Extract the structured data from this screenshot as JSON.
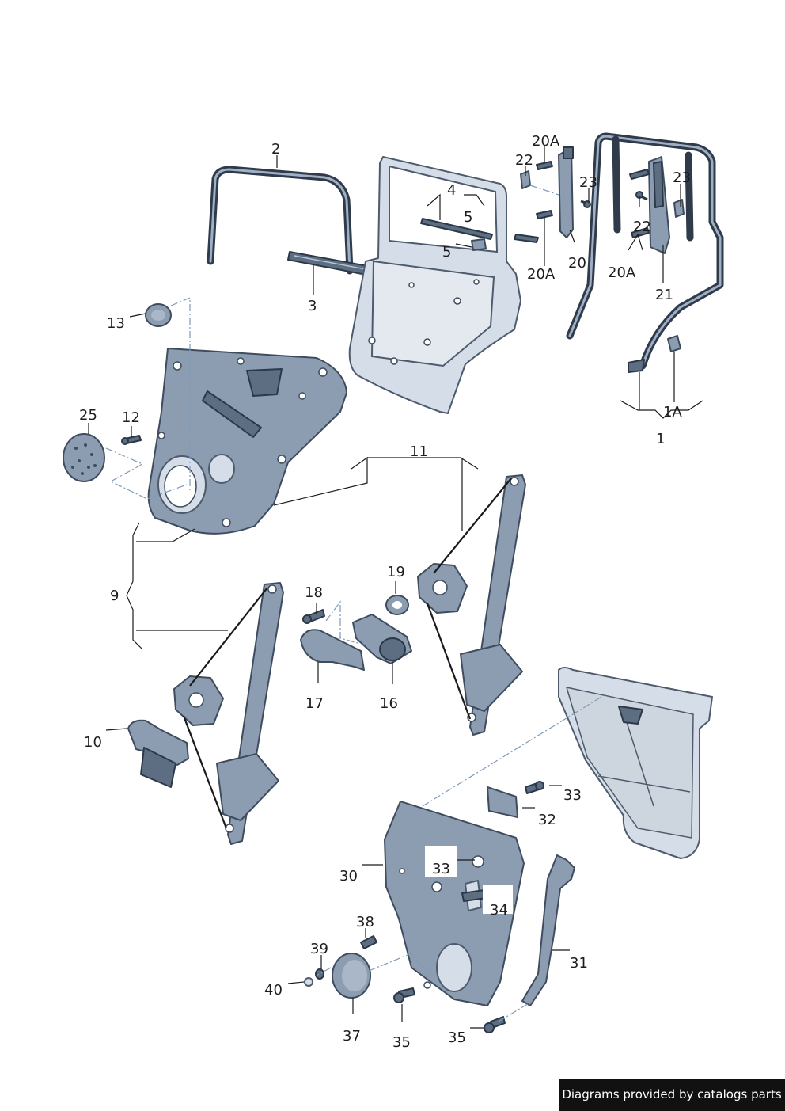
{
  "labels": {
    "p1": "1",
    "p1a": "1A",
    "p2": "2",
    "p3": "3",
    "p4": "4",
    "p5a": "5",
    "p5b": "5",
    "p9": "9",
    "p10": "10",
    "p11": "11",
    "p12": "12",
    "p13": "13",
    "p16": "16",
    "p17": "17",
    "p18": "18",
    "p19": "19",
    "p20": "20",
    "p20a_top": "20A",
    "p20a_mid": "20A",
    "p20a_right": "20A",
    "p21": "21",
    "p22a": "22",
    "p22b": "22",
    "p23a": "23",
    "p23b": "23",
    "p25": "25",
    "p30": "30",
    "p31": "31",
    "p32": "32",
    "p33a": "33",
    "p33b": "33",
    "p34": "34",
    "p35a": "35",
    "p35b": "35",
    "p37": "37",
    "p38": "38",
    "p39": "39",
    "p40": "40"
  },
  "footer": {
    "credit": "Diagrams provided by catalogs parts"
  },
  "colors": {
    "part_fill": "#8c9db2",
    "part_stroke": "#3e4c5e",
    "leader_dash": "#7f9ab8",
    "credit_bg": "#111111"
  }
}
